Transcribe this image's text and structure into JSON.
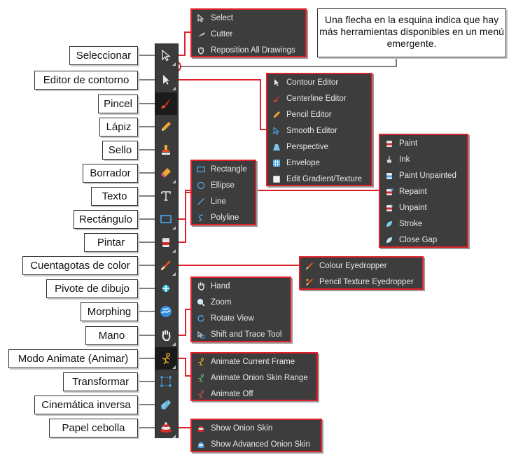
{
  "note": "Una flecha en la esquina indica que hay más herramientas disponibles en un menú emergente.",
  "labels": [
    "Seleccionar",
    "Editor de contorno",
    "Pincel",
    "Lápiz",
    "Sello",
    "Borrador",
    "Texto",
    "Rectángulo",
    "Pintar",
    "Cuentagotas de color",
    "Pivote de dibujo",
    "Morphing",
    "Mano",
    "Modo Animate (Animar)",
    "Transformar",
    "Cinemática inversa",
    "Papel cebolla"
  ],
  "menus": {
    "select": [
      "Select",
      "Cutter",
      "Reposition All Drawings"
    ],
    "contour": [
      "Contour Editor",
      "Centerline Editor",
      "Pencil Editor",
      "Smooth Editor",
      "Perspective",
      "Envelope",
      "Edit Gradient/Texture"
    ],
    "paint": [
      "Paint",
      "Ink",
      "Paint Unpainted",
      "Repaint",
      "Unpaint",
      "Stroke",
      "Close Gap"
    ],
    "shape": [
      "Rectangle",
      "Ellipse",
      "Line",
      "Polyline"
    ],
    "eyedropper": [
      "Colour Eyedropper",
      "Pencil Texture Eyedropper"
    ],
    "hand": [
      "Hand",
      "Zoom",
      "Rotate View",
      "Shift and Trace Tool"
    ],
    "animate": [
      "Animate Current Frame",
      "Animate Onion Skin Range",
      "Animate Off"
    ],
    "onion": [
      "Show Onion Skin",
      "Show Advanced Onion Skin"
    ]
  },
  "colors": {
    "accent": "#e0202a",
    "panel": "#3d3d3d",
    "toolbar": "#3b3b3b"
  }
}
